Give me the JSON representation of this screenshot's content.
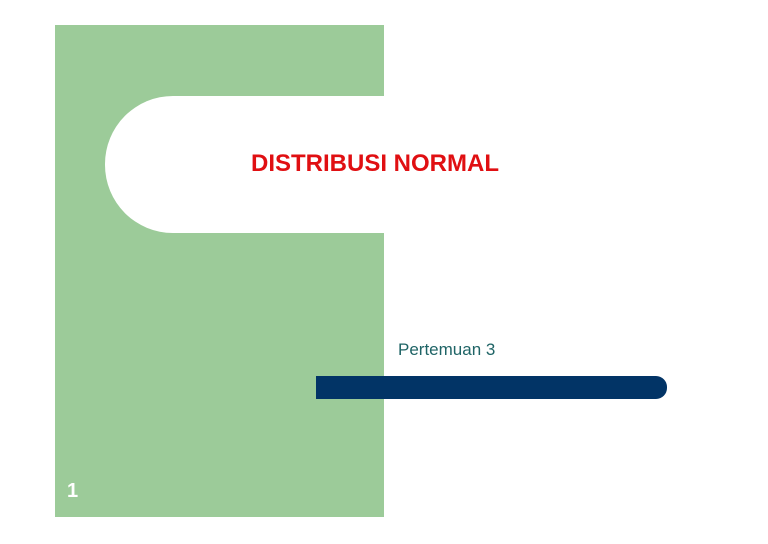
{
  "slide": {
    "title": "DISTRIBUSI NORMAL",
    "subtitle": "Pertemuan 3",
    "number": "1"
  },
  "colors": {
    "panel_green": "#9ccb99",
    "title_red": "#e00f12",
    "subtitle_teal": "#1f6466",
    "bar_navy": "#023466"
  }
}
